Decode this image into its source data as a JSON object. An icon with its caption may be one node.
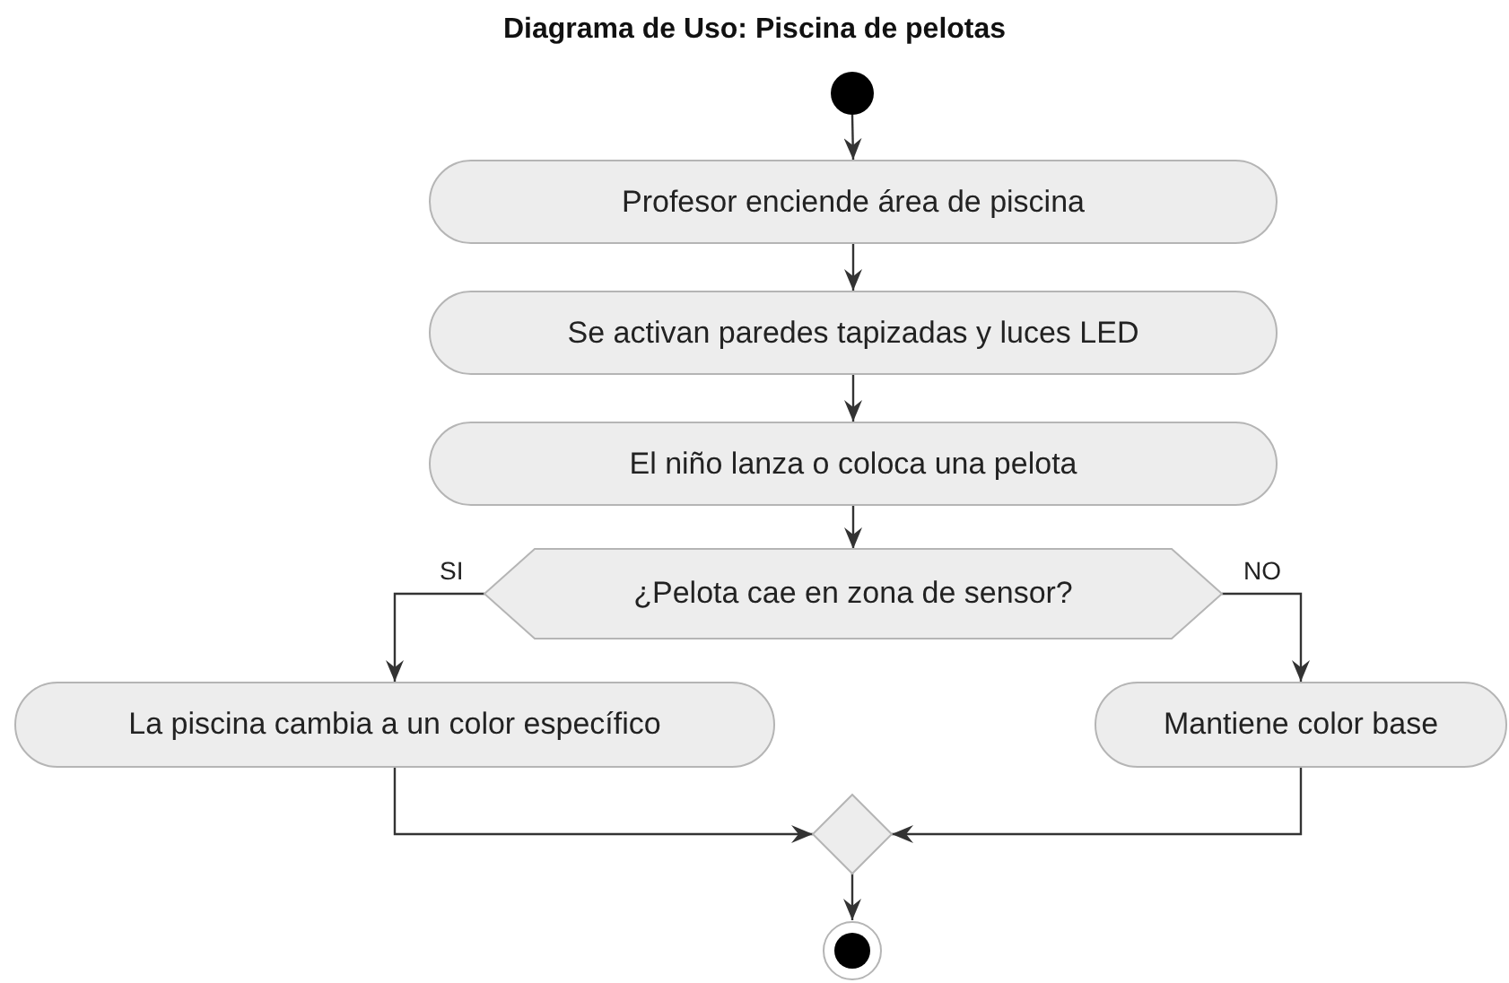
{
  "diagram": {
    "title": "Diagrama de Uso: Piscina de pelotas",
    "nodes": [
      {
        "text": [],
        "shape": "circle"
      },
      {
        "text": [
          "Profesor enciende área de piscina"
        ]
      },
      {
        "text": [
          "Se activan paredes tapizadas y luces LED"
        ]
      },
      {
        "text": [
          "El niño lanza o coloca una pelota"
        ]
      },
      {
        "text": [
          "¿Pelota cae en zona de sensor?"
        ]
      },
      {
        "text": [
          "La piscina cambia a un color específico"
        ]
      },
      {
        "text": [
          "Mantiene color base"
        ]
      },
      {
        "text": [],
        "shape": "diamond"
      },
      {
        "text": [],
        "shape": "circle"
      }
    ],
    "edges": [
      {
        "from": 0,
        "to": 1,
        "arrow": "to"
      },
      {
        "from": 1,
        "to": 2,
        "arrow": "to"
      },
      {
        "from": 2,
        "to": 3,
        "arrow": "to"
      },
      {
        "from": 3,
        "to": 4,
        "arrow": "to"
      },
      {
        "from": 4,
        "to": 5,
        "arrow": "to",
        "label": "SI"
      },
      {
        "from": 4,
        "to": 6,
        "arrow": "to",
        "label": "NO"
      },
      {
        "from": 5,
        "to": 7,
        "arrow": "to"
      },
      {
        "from": 6,
        "to": 7,
        "arrow": "to"
      },
      {
        "from": 7,
        "to": 8,
        "arrow": "to"
      }
    ]
  }
}
